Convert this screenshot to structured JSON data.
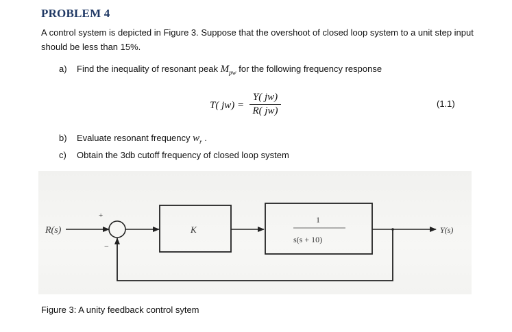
{
  "problem": {
    "title": "PROBLEM 4",
    "intro": "A control system is depicted in Figure 3. Suppose that the overshoot of closed loop system to a unit step input should be less than 15%.",
    "parts": [
      {
        "label": "a)",
        "text_before": "Find the inequality of resonant peak ",
        "symbol": "M",
        "subscript": "pw",
        "text_after": " for the following frequency response"
      },
      {
        "label": "b)",
        "text_before": "Evaluate  resonant frequency ",
        "symbol": "w",
        "subscript": "r",
        "text_after": " ."
      },
      {
        "label": "c)",
        "text": "Obtain the 3db cutoff frequency of closed loop system"
      }
    ],
    "equation": {
      "lhs": "T( jw) =",
      "numerator": "Y( jw)",
      "denominator": "R( jw)",
      "number": "(1.1)"
    }
  },
  "figure": {
    "input_label": "R(s)",
    "output_label": "Y(s)",
    "plus_sign": "+",
    "minus_sign": "−",
    "controller_label": "K",
    "plant_numerator": "1",
    "plant_denominator": "s(s + 10)",
    "caption": "Figure 3: A unity feedback control sytem"
  }
}
